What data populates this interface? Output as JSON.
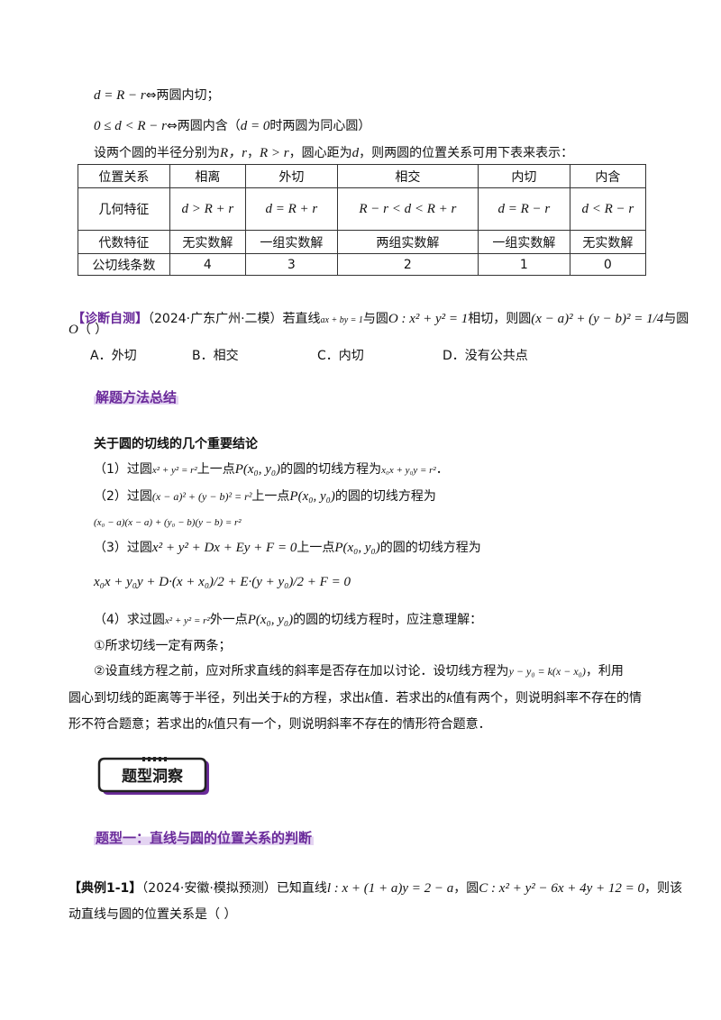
{
  "intro": {
    "l1_math": "d = R − r",
    "l1_text": "⇔两圆内切；",
    "l2_math": "0 ≤ d < R − r",
    "l2_text": "⇔两圆内含（",
    "l2_math2": "d = 0",
    "l2_tail": "时两圆为同心圆）",
    "l3": "设两个圆的半径分别为",
    "l3_m1": "R，r",
    "l3_sep": "，",
    "l3_m2": "R > r",
    "l3_mid": "，圆心距为",
    "l3_m3": "d",
    "l3_tail": "，则两圆的位置关系可用下表来表示："
  },
  "table": {
    "rows": [
      [
        "位置关系",
        "相离",
        "外切",
        "相交",
        "内切",
        "内含"
      ],
      [
        "几何特征",
        "d > R + r",
        "d = R + r",
        "R − r < d < R + r",
        "d = R − r",
        "d < R − r"
      ],
      [
        "代数特征",
        "无实数解",
        "一组实数解",
        "两组实数解",
        "一组实数解",
        "无实数解"
      ],
      [
        "公切线条数",
        "4",
        "3",
        "2",
        "1",
        "0"
      ]
    ]
  },
  "diag": {
    "label": "【诊断自测】",
    "text1": "（2024·广东广州·二模）若直线",
    "m1": "ax + by = 1",
    "text2": "与圆",
    "m2": "O : x² + y² = 1",
    "text3": "相切，则圆",
    "m3": "(x − a)² + (y − b)² = 1/4",
    "text4": "与圆",
    "m4": "O",
    "paren": "（    ）",
    "options": [
      "A．外切",
      "B．相交",
      "C．内切",
      "D．没有公共点"
    ]
  },
  "method": {
    "heading": "解题方法总结",
    "subheading": "关于圆的切线的几个重要结论",
    "p1a": "（1）过圆",
    "p1m1": "x² + y² = r²",
    "p1b": "上一点",
    "p1m2": "P(x₀, y₀)",
    "p1c": "的圆的切线方程为",
    "p1m3": "x₀x + y₀y = r²",
    "p1d": "．",
    "p2a": "（2）过圆",
    "p2m1": "(x − a)² + (y − b)² = r²",
    "p2b": "上一点",
    "p2m2": "P(x₀, y₀)",
    "p2c": "的圆的切线方程为",
    "p2m3": "(x₀ − a)(x − a) + (y₀ − b)(y − b) = r²",
    "p3a": "（3）过圆",
    "p3m1": "x² + y² + Dx + Ey + F = 0",
    "p3b": "上一点",
    "p3m2": "P(x₀, y₀)",
    "p3c": "的圆的切线方程为",
    "p3m3": "x₀x + y₀y + D·(x + x₀)/2 + E·(y + y₀)/2 + F = 0",
    "p4a": "（4）求过圆",
    "p4m1": "x² + y² = r²",
    "p4b": "外一点",
    "p4m2": "P(x₀, y₀)",
    "p4c": "的圆的切线方程时，应注意理解：",
    "p5": "①所求切线一定有两条；",
    "p6a": "②设直线方程之前，应对所求直线的斜率是否存在加以讨论．设切线方程为",
    "p6m": "y − y₀ = k(x − x₀)",
    "p6b": "，利用",
    "p7a": "圆心到切线的距离等于半径，列出关于",
    "p7m1": "k",
    "p7b": "的方程，求出",
    "p7m2": "k",
    "p7c": "值．若求出的",
    "p7m3": "k",
    "p7d": "值有两个，则说明斜率不存在的情",
    "p8a": "形不符合题意；若求出的",
    "p8m": "k",
    "p8b": "值只有一个，则说明斜率不存在的情形符合题意．"
  },
  "badge": {
    "text": "题型洞察"
  },
  "topic": {
    "heading": "题型一：直线与圆的位置关系的判断"
  },
  "example": {
    "label": "【典例1-1】",
    "text1": "（2024·安徽·模拟预测）已知直线",
    "m1": "l : x + (1 + a)y = 2 − a",
    "text2": "，圆",
    "m2": "C : x² + y² − 6x + 4y + 12 = 0",
    "text3": "，则该",
    "line2": "动直线与圆的位置关系是（    ）"
  }
}
